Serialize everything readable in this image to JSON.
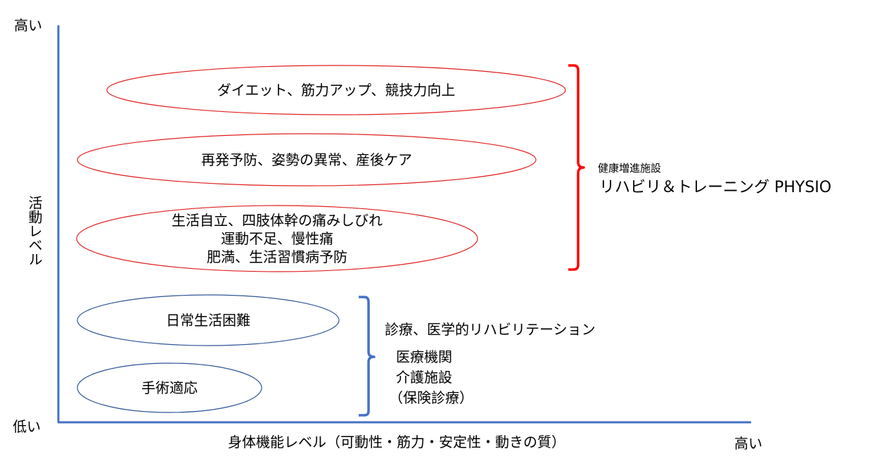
{
  "axes": {
    "y_high": "高い",
    "y_low": "低い",
    "y_label": "活動レベル",
    "x_label": "身体機能レベル（可動性・筋力・安定性・動きの質）",
    "x_high": "高い",
    "color": "#4472C4"
  },
  "ellipses": [
    {
      "lines": [
        "ダイエット、筋力アップ、競技力向上"
      ],
      "color": "#E02020"
    },
    {
      "lines": [
        "再発予防、姿勢の異常、産後ケア"
      ],
      "color": "#E02020"
    },
    {
      "lines": [
        "生活自立、四肢体幹の痛みしびれ",
        "運動不足、慢性痛",
        "肥満、生活習慣病予防"
      ],
      "color": "#E02020"
    },
    {
      "lines": [
        "日常生活困難"
      ],
      "color": "#2F5597"
    },
    {
      "lines": [
        "手術適応"
      ],
      "color": "#2F5597"
    }
  ],
  "groups": {
    "health": {
      "subtitle": "健康増進施設",
      "title": "リハビリ＆トレーニング PHYSIO",
      "bracket_color": "#FF0000"
    },
    "medical": {
      "title": "診療、医学的リハビリテーション",
      "lines": [
        "医療機関",
        "介護施設",
        "（保険診療）"
      ],
      "bracket_color": "#4472C4"
    }
  }
}
